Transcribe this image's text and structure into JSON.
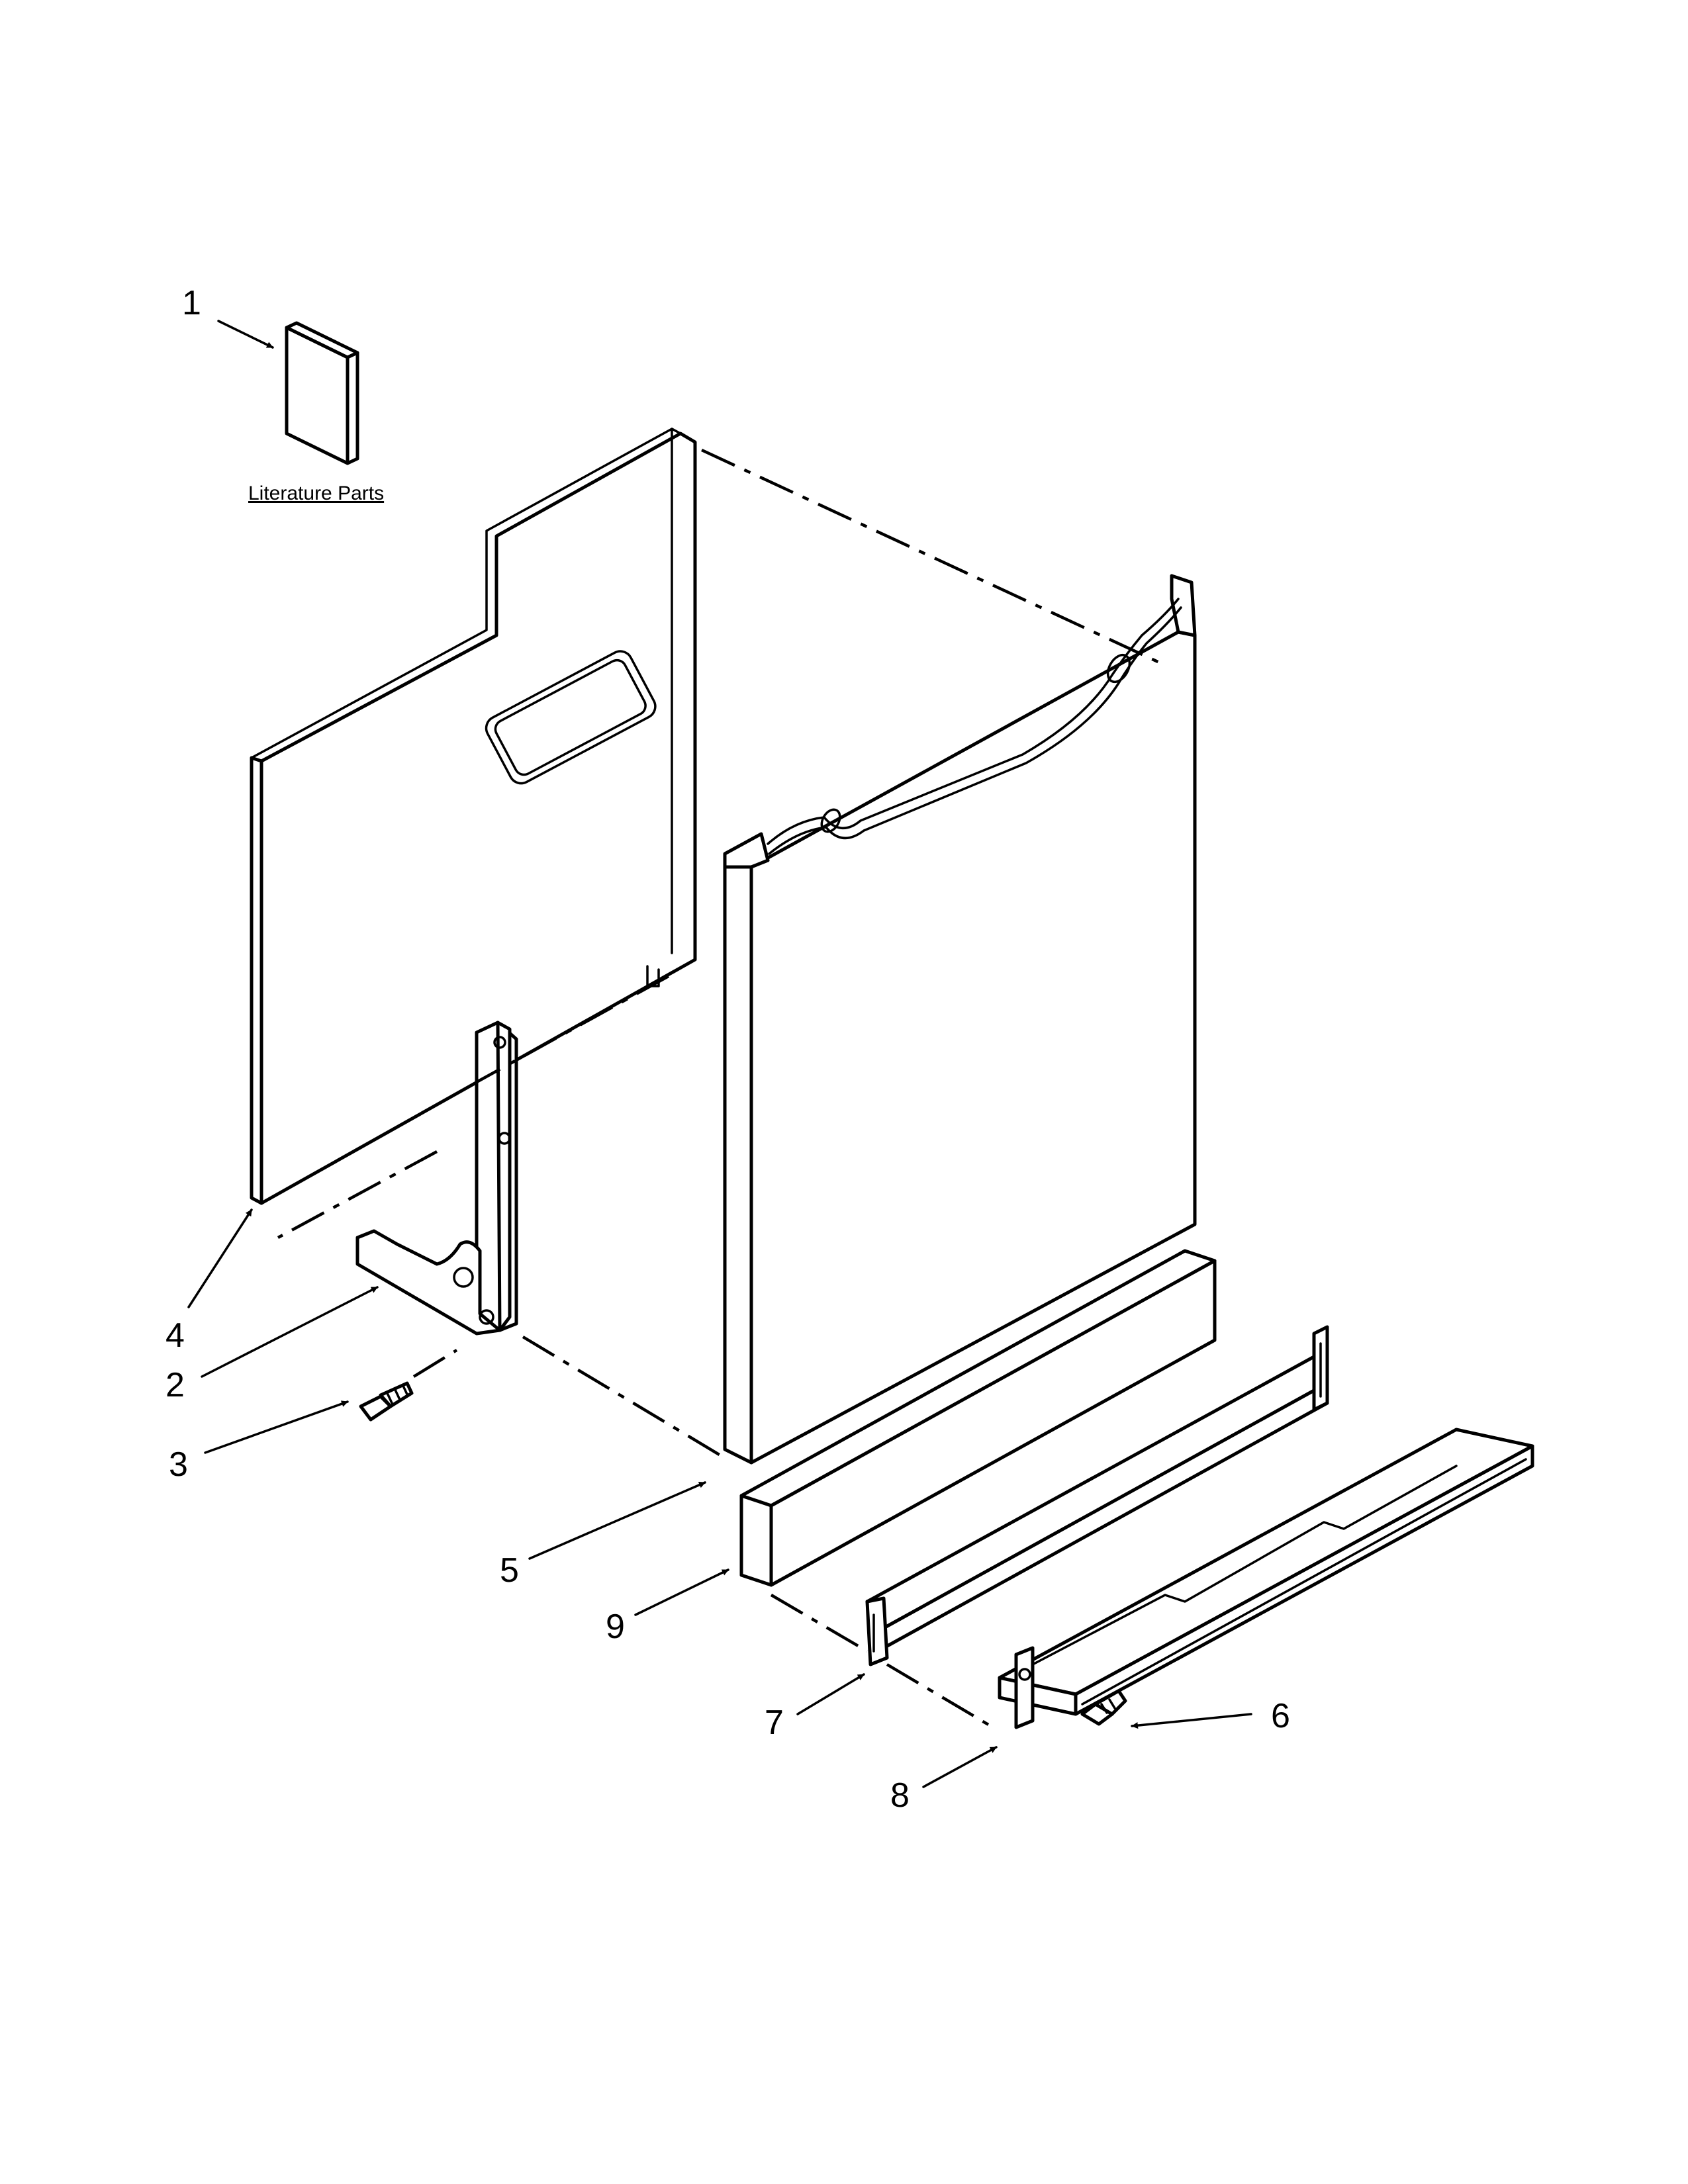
{
  "literature": {
    "caption": "Literature Parts"
  },
  "callouts": {
    "c1": "1",
    "c2": "2",
    "c3": "3",
    "c4": "4",
    "c5": "5",
    "c6": "6",
    "c7": "7",
    "c8": "8",
    "c9": "9"
  }
}
